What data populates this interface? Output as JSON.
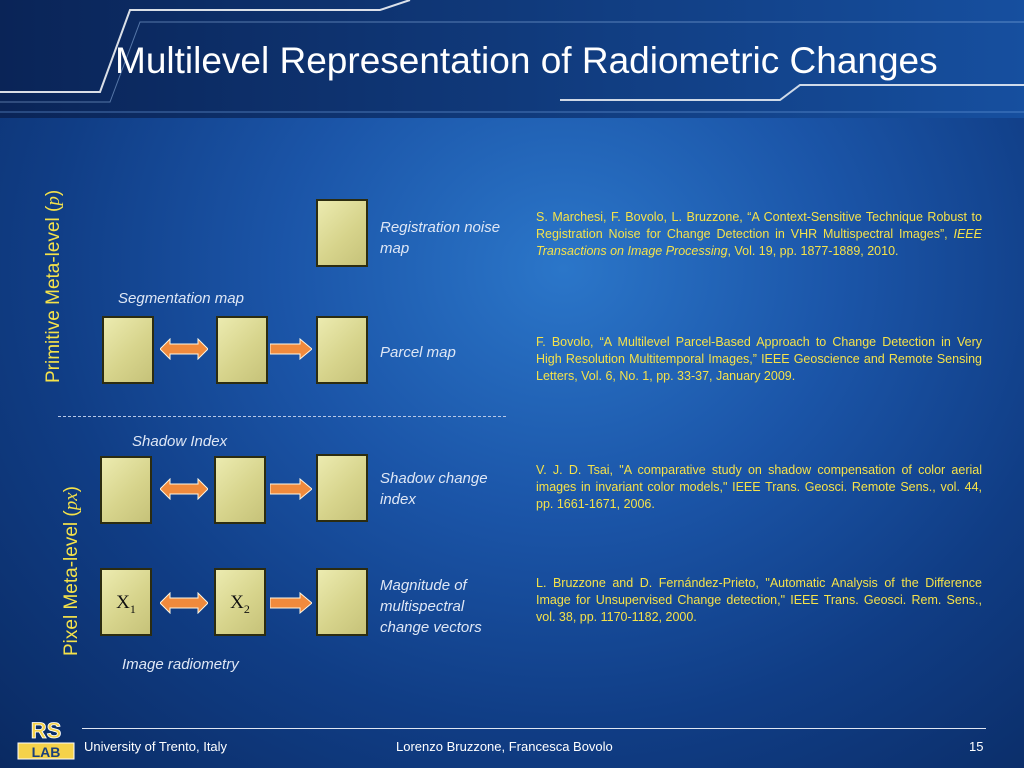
{
  "title": "Multilevel Representation of Radiometric Changes",
  "axis_labels": {
    "primitive": "Primitive Meta-level (",
    "primitive_var": "p",
    "pixel": "Pixel Meta-level (",
    "pixel_var": "px",
    "close": ")"
  },
  "labels": {
    "registration": "Registration noise map",
    "segmentation": "Segmentation map",
    "parcel": "Parcel map",
    "shadow_index": "Shadow Index",
    "shadow_change": "Shadow change index",
    "magnitude": "Magnitude of multispectral change vectors",
    "image_radiometry": "Image radiometry",
    "x1": "X",
    "x1_sub": "1",
    "x2": "X",
    "x2_sub": "2"
  },
  "references": {
    "r1_a": "S. Marchesi, F. Bovolo, L. Bruzzone, “A Context-Sensitive Technique Robust to Registration Noise for Change Detection in VHR Multispectral Images”, ",
    "r1_journal": "IEEE Transactions on Image Processing",
    "r1_b": ", Vol. 19, pp. 1877-1889, 2010.",
    "r2": "F. Bovolo, “A Multilevel Parcel-Based Approach to Change Detection in Very High Resolution Multitemporal Images,” IEEE Geoscience and Remote Sensing Letters, Vol. 6, No. 1, pp. 33-37, January 2009.",
    "r3": "V. J. D. Tsai, \"A comparative study on shadow compensation of color aerial images in invariant color models,\" IEEE Trans. Geosci. Remote Sens., vol. 44, pp. 1661-1671, 2006.",
    "r4": "L. Bruzzone and D. Fernández-Prieto, \"Automatic Analysis of the Difference Image for Unsupervised Change detection,\" IEEE Trans. Geosci. Rem. Sens., vol. 38, pp. 1170-1182, 2000."
  },
  "footer": {
    "left": "University of Trento, Italy",
    "center": "Lorenzo Bruzzone, Francesca Bovolo",
    "page": "15"
  },
  "logo": {
    "top": "RS",
    "bottom": "LAB"
  },
  "colors": {
    "accent_yellow": "#f5e24a",
    "box_fill": "#d7d48c",
    "arrow_orange": "#f08a3c",
    "background": "#1b55a8"
  }
}
